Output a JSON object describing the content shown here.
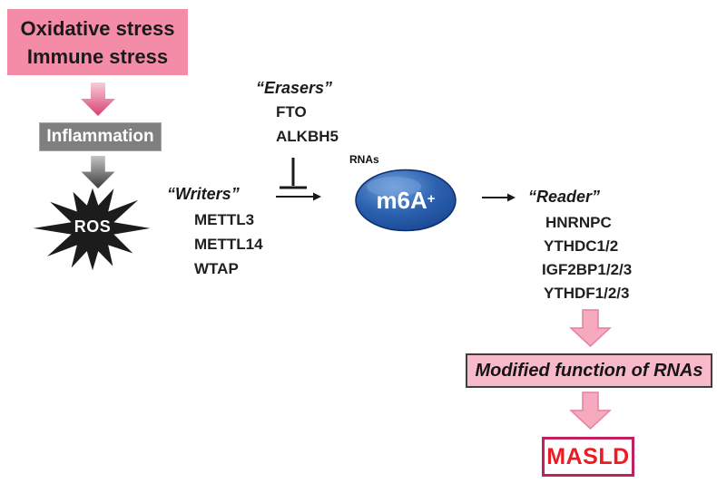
{
  "diagram": {
    "stress_box": {
      "line1": "Oxidative stress",
      "line2": "Immune stress"
    },
    "inflammation_label": "Inflammation",
    "ros_label": "ROS",
    "writers": {
      "label": "“Writers”",
      "items": [
        "METTL3",
        "METTL14",
        "WTAP"
      ]
    },
    "erasers": {
      "label": "“Erasers”",
      "items": [
        "FTO",
        "ALKBH5"
      ]
    },
    "rnas_label": "RNAs",
    "m6a": {
      "base": "m6A",
      "superscript": "+"
    },
    "reader": {
      "label": "“Reader”",
      "items": [
        "HNRNPC",
        "YTHDC1/2",
        "IGF2BP1/2/3",
        "YTHDF1/2/3"
      ]
    },
    "modified_function_label": "Modified function of RNAs",
    "masld_label": "MASLD"
  },
  "colors": {
    "stress_box_fill": "#F48CA8",
    "pink_arrow_gradient_top": "#F9CDD9",
    "pink_arrow_gradient_bottom": "#D84070",
    "inflammation_fill": "#7F7F7F",
    "gray_arrow_gradient_top": "#C4C4C4",
    "gray_arrow_gradient_bottom": "#3B3B3B",
    "ros_star_fill": "#1C1C1C",
    "m6a_ellipse_fill": "#1D4F9E",
    "pink_block_arrow_fill": "#F5AABE",
    "pink_block_arrow_border": "#E87EA2",
    "modified_box_fill": "#F8BACA",
    "modified_box_border": "#3F3F3F",
    "masld_border": "#C02060",
    "masld_text": "#EC1C24"
  }
}
